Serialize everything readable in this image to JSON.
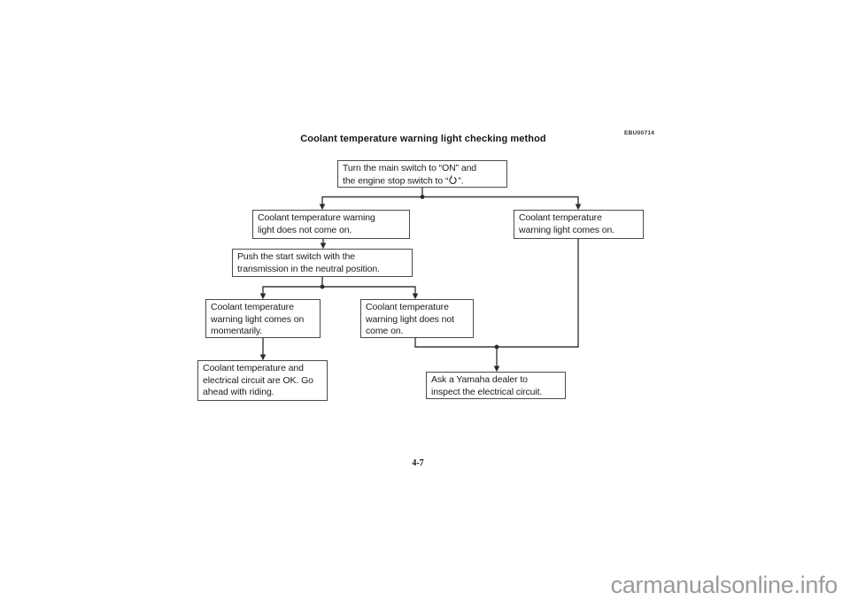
{
  "page": {
    "code": "EBU00714",
    "title": "Coolant temperature warning light checking method",
    "page_number": "4-7",
    "watermark": "carmanualsonline.info"
  },
  "flowchart": {
    "boxes": {
      "start": {
        "line1": "Turn the main switch to “ON” and",
        "line2_pre": "the engine stop switch to “",
        "line2_post": "”.",
        "symbol_icon": "engine-run-symbol"
      },
      "light_off": {
        "lines": [
          "Coolant temperature warning",
          "light does not come on."
        ]
      },
      "light_on": {
        "lines": [
          "Coolant temperature",
          "warning light comes on."
        ]
      },
      "push_start": {
        "lines": [
          "Push the start switch with the",
          "transmission in the neutral position."
        ]
      },
      "momentary": {
        "lines": [
          "Coolant temperature",
          "warning light comes on",
          "momentarily."
        ]
      },
      "no_light_after_start": {
        "lines": [
          "Coolant temperature",
          "warning light does not",
          "come on."
        ]
      },
      "circuit_ok": {
        "lines": [
          "Coolant temperature and",
          "electrical circuit are OK. Go",
          "ahead with riding."
        ]
      },
      "dealer": {
        "lines": [
          "Ask a Yamaha dealer to",
          "inspect the electrical circuit."
        ]
      }
    }
  },
  "colors": {
    "box_border": "#4a4a4a",
    "connector": "#3b3b3b",
    "text": "#1c1c1c",
    "watermark_gray": "#9b9b9b"
  }
}
